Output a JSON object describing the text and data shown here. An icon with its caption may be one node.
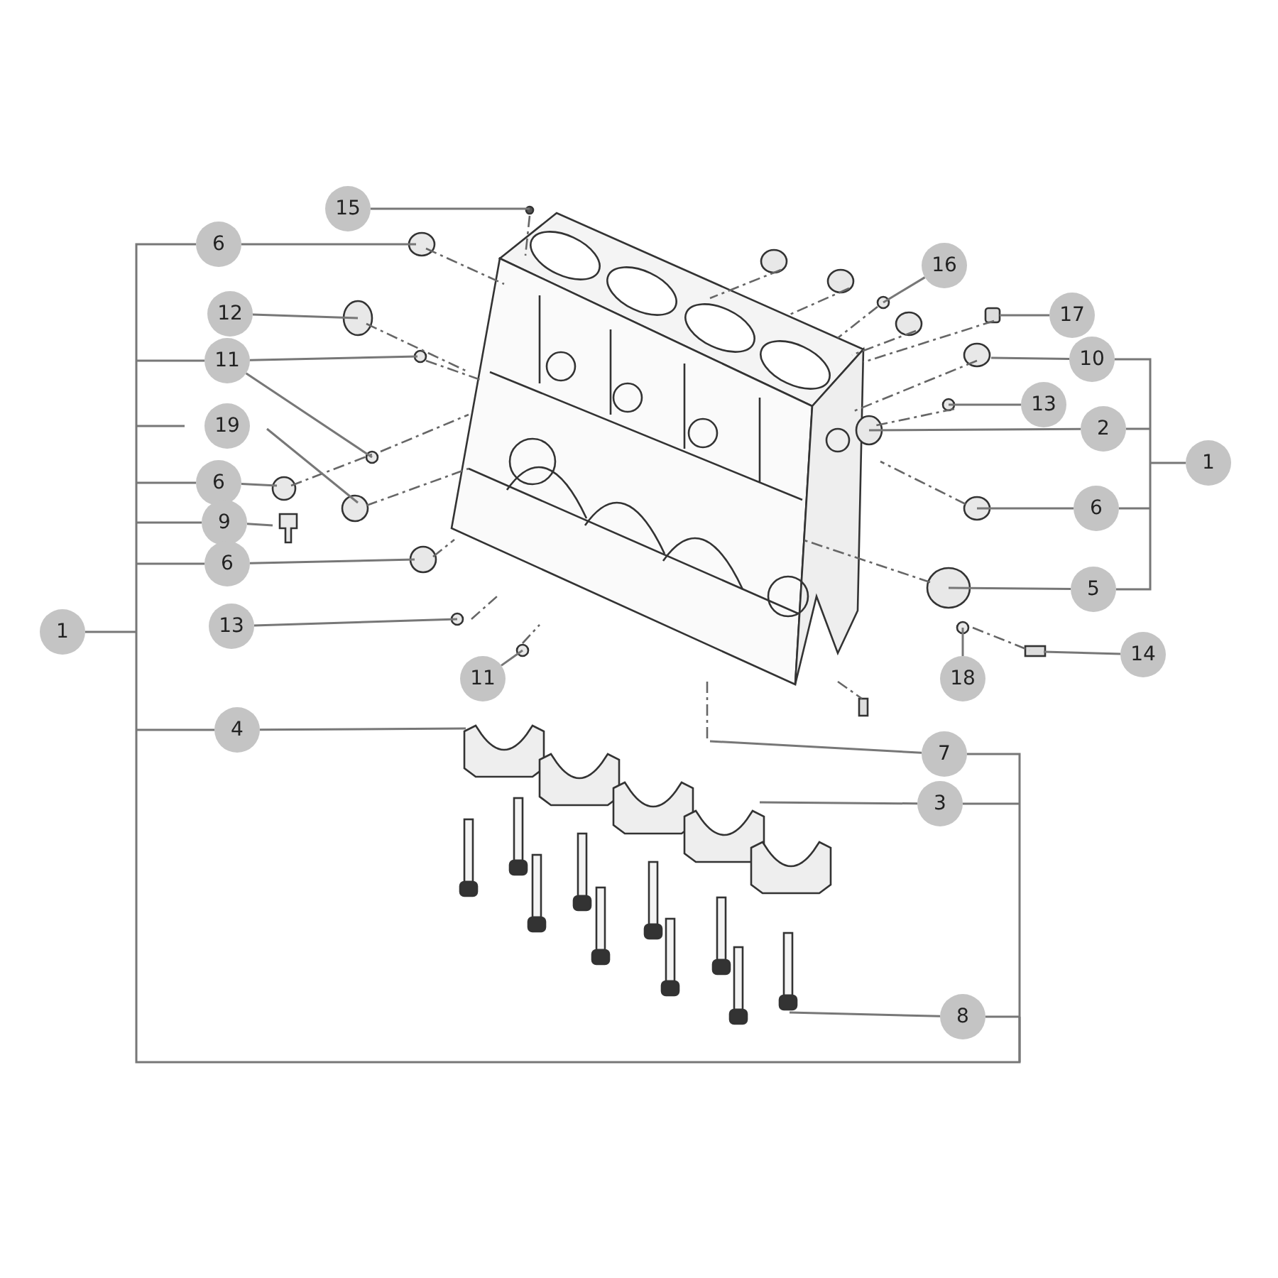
{
  "diagram": {
    "nodes": [
      {
        "text": [
          "15"
        ]
      },
      {
        "text": [
          "6"
        ]
      },
      {
        "text": [
          "16"
        ]
      },
      {
        "text": [
          "12"
        ]
      },
      {
        "text": [
          "17"
        ]
      },
      {
        "text": [
          "11"
        ]
      },
      {
        "text": [
          "10"
        ]
      },
      {
        "text": [
          "13"
        ]
      },
      {
        "text": [
          "19"
        ]
      },
      {
        "text": [
          "2"
        ]
      },
      {
        "text": [
          "1"
        ]
      },
      {
        "text": [
          "6"
        ]
      },
      {
        "text": [
          "9"
        ]
      },
      {
        "text": [
          "6"
        ]
      },
      {
        "text": [
          "6"
        ]
      },
      {
        "text": [
          "5"
        ]
      },
      {
        "text": [
          "13"
        ]
      },
      {
        "text": [
          "14"
        ]
      },
      {
        "text": [
          "11"
        ]
      },
      {
        "text": [
          "18"
        ]
      },
      {
        "text": [
          "1"
        ]
      },
      {
        "text": [
          "4"
        ]
      },
      {
        "text": [
          "7"
        ]
      },
      {
        "text": [
          "3"
        ]
      },
      {
        "text": [
          "8"
        ]
      }
    ],
    "edges": [
      {
        "from": 0,
        "to": null,
        "arrow": "none"
      },
      {
        "from": 1,
        "to": null,
        "arrow": "none"
      },
      {
        "from": 2,
        "to": null,
        "arrow": "none"
      },
      {
        "from": 3,
        "to": null,
        "arrow": "none"
      },
      {
        "from": 4,
        "to": null,
        "arrow": "none"
      },
      {
        "from": 5,
        "to": null,
        "arrow": "none"
      },
      {
        "from": 5,
        "to": null,
        "arrow": "none"
      },
      {
        "from": 6,
        "to": null,
        "arrow": "none"
      },
      {
        "from": 7,
        "to": null,
        "arrow": "none"
      },
      {
        "from": 8,
        "to": null,
        "arrow": "none"
      },
      {
        "from": 9,
        "to": null,
        "arrow": "none"
      },
      {
        "from": 11,
        "to": null,
        "arrow": "none"
      },
      {
        "from": 12,
        "to": null,
        "arrow": "none"
      },
      {
        "from": 13,
        "to": null,
        "arrow": "none"
      },
      {
        "from": 14,
        "to": null,
        "arrow": "none"
      },
      {
        "from": 15,
        "to": null,
        "arrow": "none"
      },
      {
        "from": 16,
        "to": null,
        "arrow": "none"
      },
      {
        "from": 17,
        "to": null,
        "arrow": "none"
      },
      {
        "from": 18,
        "to": null,
        "arrow": "none"
      },
      {
        "from": 19,
        "to": null,
        "arrow": "none"
      },
      {
        "from": 21,
        "to": null,
        "arrow": "none"
      },
      {
        "from": 22,
        "to": null,
        "arrow": "none"
      },
      {
        "from": 23,
        "to": null,
        "arrow": "none"
      },
      {
        "from": 24,
        "to": null,
        "arrow": "none"
      }
    ]
  }
}
